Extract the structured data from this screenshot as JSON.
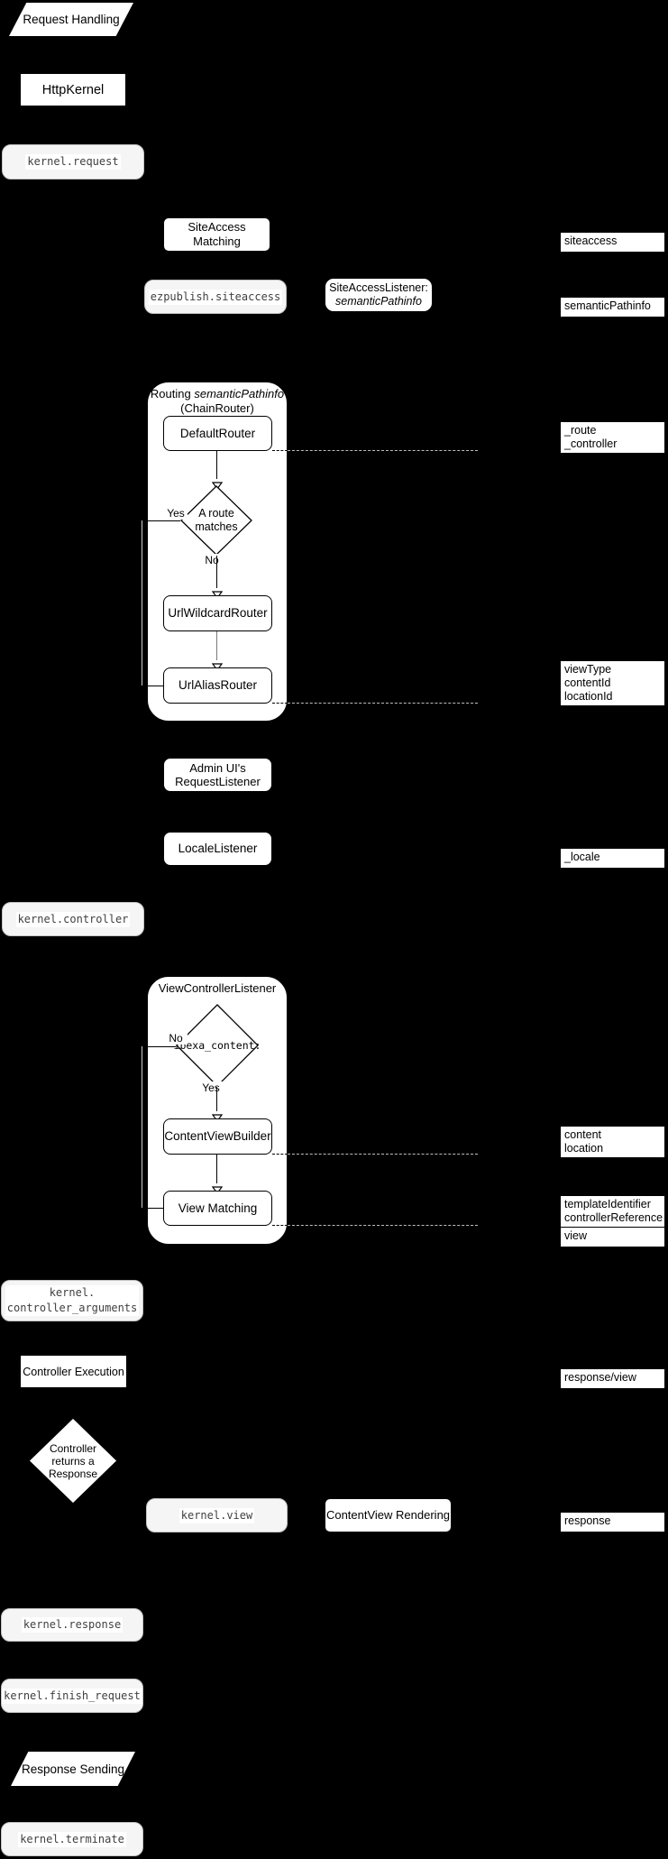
{
  "diagram": {
    "terminators": {
      "request_handling": "Request Handling",
      "response_sending": "Response Sending"
    },
    "process": {
      "http_kernel": "HttpKernel",
      "siteaccess_matching": "SiteAccess Matching",
      "siteaccess_listener_title": "SiteAccessListener:",
      "siteaccess_listener_value": "semanticPathinfo",
      "default_router": "DefaultRouter",
      "url_wildcard_router": "UrlWildcardRouter",
      "url_alias_router": "UrlAliasRouter",
      "admin_request_listener": [
        "Admin UI's",
        "RequestListener"
      ],
      "locale_listener": "LocaleListener",
      "content_view_builder": "ContentViewBuilder",
      "view_matching": "View Matching",
      "controller_execution": "Controller Execution",
      "contentview_rendering": "ContentView Rendering"
    },
    "containers": {
      "routing_prefix": "Routing",
      "routing_italic": "semanticPathinfo",
      "routing_line2": "(ChainRouter)",
      "view_controller_listener": "ViewControllerListener"
    },
    "decisions": {
      "route_matches": [
        "A route",
        "matches"
      ],
      "ibexa_content": "ibexa_content:",
      "controller_returns": [
        "Controller",
        "returns a",
        "Response"
      ]
    },
    "edge_labels": {
      "route_yes": "Yes",
      "route_no": "No",
      "view_no": "No",
      "view_yes": "Yes"
    },
    "events": {
      "kernel_request": "kernel.request",
      "ezpublish_siteaccess": "ezpublish.siteaccess",
      "kernel_controller": "kernel.controller",
      "kernel_controller_arguments": [
        "kernel.",
        "controller_arguments"
      ],
      "kernel_view": "kernel.view",
      "kernel_response": "kernel.response",
      "kernel_finish_request": "kernel.finish_request",
      "kernel_terminate": "kernel.terminate"
    },
    "request_attributes": {
      "siteaccess": "siteaccess",
      "semantic_pathinfo": "semanticPathinfo",
      "route_controller": [
        "_route",
        "_controller"
      ],
      "view_params": [
        "viewType",
        "contentId",
        "locationId"
      ],
      "locale": "_locale",
      "content_location": [
        "content",
        "location"
      ],
      "template_controller": [
        "templateIdentifier",
        "controllerReference"
      ],
      "view": "view",
      "response_view": "response/view",
      "response": "response"
    },
    "colors": {
      "background": "#000000",
      "node_fill": "#ffffff",
      "event_fill": "#f5f5f5",
      "stroke": "#000000",
      "outer_line": "#cfcfcf"
    }
  }
}
